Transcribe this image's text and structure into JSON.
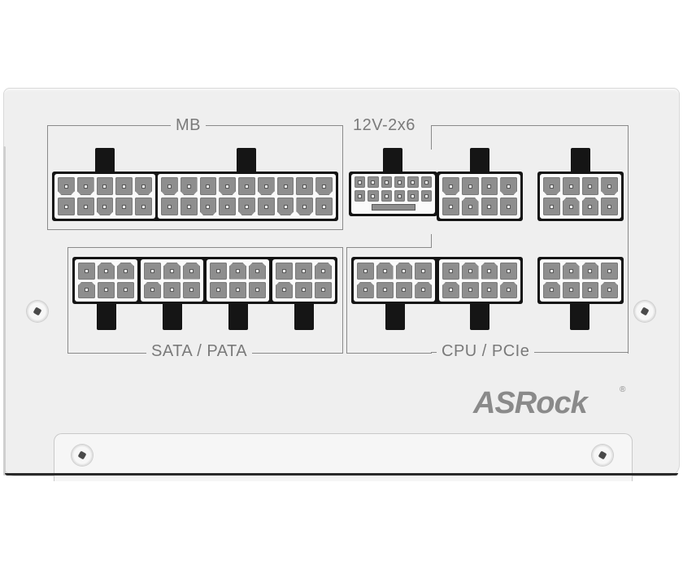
{
  "device": {
    "type": "modular power supply rear connector panel",
    "panel_color": "#efefef",
    "accent_text_color": "#7a7a7a",
    "connector_housing_color": "#fafafa",
    "latch_color": "#151515"
  },
  "groups": {
    "mb": {
      "label": "MB"
    },
    "gpu_12v": {
      "label": "12V-2x6"
    },
    "sata_pata": {
      "label": "SATA / PATA"
    },
    "cpu_pcie": {
      "label": "CPU / PCIe"
    }
  },
  "connectors": {
    "mb_10pin": {
      "name": "MB 10-pin",
      "rows": 2,
      "cols": 5
    },
    "mb_18pin": {
      "name": "MB 18-pin",
      "rows": 2,
      "cols": 9
    },
    "gpu_12v_2x6": {
      "name": "12V-2x6 (12 pins + 4 sense)",
      "rows": 2,
      "cols": 6,
      "sense_pins": 4
    },
    "cpu_pcie_top_1": {
      "name": "CPU/PCIe 8-pin",
      "rows": 2,
      "cols": 4
    },
    "cpu_pcie_top_2": {
      "name": "CPU/PCIe 8-pin",
      "rows": 2,
      "cols": 4
    },
    "sata_1": {
      "name": "SATA/PATA 6-pin",
      "rows": 2,
      "cols": 3
    },
    "sata_2": {
      "name": "SATA/PATA 6-pin",
      "rows": 2,
      "cols": 3
    },
    "sata_3": {
      "name": "SATA/PATA 6-pin",
      "rows": 2,
      "cols": 3
    },
    "sata_4": {
      "name": "SATA/PATA 6-pin",
      "rows": 2,
      "cols": 3
    },
    "cpu_pcie_bot_1": {
      "name": "CPU/PCIe 8-pin",
      "rows": 2,
      "cols": 4
    },
    "cpu_pcie_bot_2": {
      "name": "CPU/PCIe 8-pin",
      "rows": 2,
      "cols": 4
    },
    "cpu_pcie_bot_3": {
      "name": "CPU/PCIe 8-pin",
      "rows": 2,
      "cols": 4
    }
  },
  "brand": {
    "logo": "ASRock",
    "registered": "®"
  }
}
